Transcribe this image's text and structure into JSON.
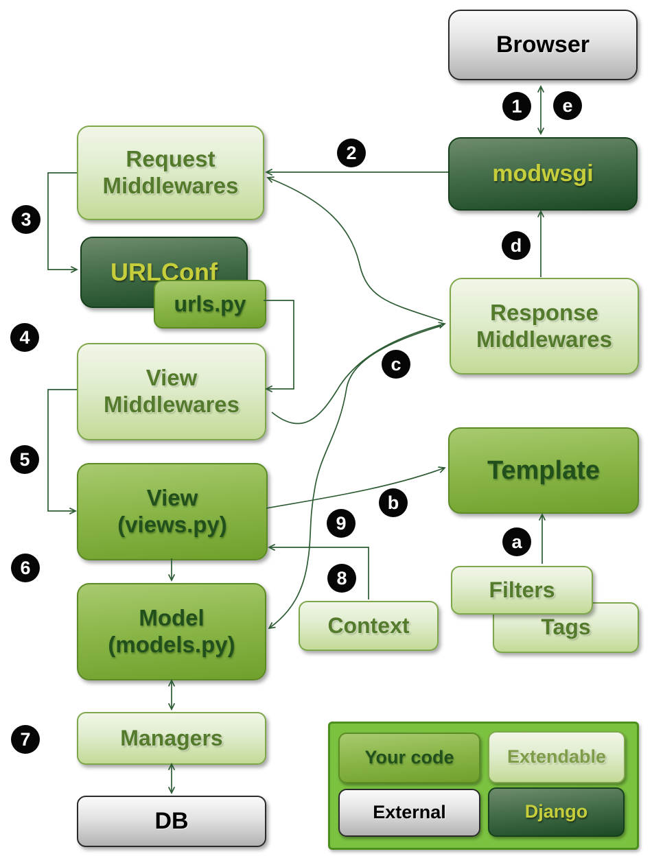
{
  "diagram": {
    "title": "Django request/response architecture",
    "nodes": {
      "browser": {
        "label": "Browser",
        "category": "External"
      },
      "modwsgi": {
        "label": "modwsgi",
        "category": "Django"
      },
      "request_middlewares": {
        "line1": "Request",
        "line2": "Middlewares",
        "category": "Extendable"
      },
      "urlconf": {
        "label": "URLConf",
        "category": "Django"
      },
      "urls_py": {
        "label": "urls.py",
        "category": "Your code"
      },
      "view_middlewares": {
        "line1": "View",
        "line2": "Middlewares",
        "category": "Extendable"
      },
      "view": {
        "line1": "View",
        "line2": "(views.py)",
        "category": "Your code"
      },
      "response_middlewares": {
        "line1": "Response",
        "line2": "Middlewares",
        "category": "Extendable"
      },
      "template": {
        "label": "Template",
        "category": "Your code"
      },
      "filters": {
        "label": "Filters",
        "category": "Extendable"
      },
      "tags": {
        "label": "Tags",
        "category": "Extendable"
      },
      "context": {
        "label": "Context",
        "category": "Extendable"
      },
      "model": {
        "line1": "Model",
        "line2": "(models.py)",
        "category": "Your code"
      },
      "managers": {
        "label": "Managers",
        "category": "Extendable"
      },
      "db": {
        "label": "DB",
        "category": "External"
      }
    },
    "badges": {
      "n1": "1",
      "n2": "2",
      "n3": "3",
      "n4": "4",
      "n5": "5",
      "n6": "6",
      "n7": "7",
      "n8": "8",
      "n9": "9",
      "la": "a",
      "lb": "b",
      "lc": "c",
      "ld": "d",
      "le": "e"
    },
    "edges": [
      {
        "from": "Browser",
        "to": "modwsgi",
        "style": "double-arrow",
        "labels": [
          "1",
          "e"
        ]
      },
      {
        "from": "modwsgi",
        "to": "Request Middlewares",
        "labels": [
          "2"
        ]
      },
      {
        "from": "Request Middlewares",
        "to": "URLConf",
        "labels": [
          "3"
        ]
      },
      {
        "from": "urls.py",
        "to": "View Middlewares",
        "labels": [
          "4"
        ]
      },
      {
        "from": "View Middlewares",
        "to": "View (views.py)",
        "labels": [
          "5"
        ]
      },
      {
        "from": "View (views.py)",
        "to": "Model (models.py)",
        "labels": [
          "6"
        ]
      },
      {
        "from": "Model (models.py)",
        "to": "Managers",
        "style": "double-arrow",
        "labels": [
          "7"
        ]
      },
      {
        "from": "Managers",
        "to": "DB",
        "style": "double-arrow",
        "labels": [
          "7"
        ]
      },
      {
        "from": "Context",
        "to": "View (views.py)",
        "labels": [
          "8"
        ]
      },
      {
        "from": "Response Middlewares edge",
        "to": "Model (models.py)",
        "curve": "s-curve",
        "labels": [
          "9"
        ]
      },
      {
        "from": "Filters",
        "to": "Template",
        "labels": [
          "a"
        ]
      },
      {
        "from": "View (views.py)",
        "to": "Template",
        "curve": "arc",
        "labels": [
          "b"
        ]
      },
      {
        "from": "View Middlewares",
        "to": "Response Middlewares",
        "curve": "arc",
        "labels": [
          "c"
        ]
      },
      {
        "from": "Response Middlewares edge",
        "to": "Request Middlewares",
        "curve": "arc",
        "labels": [
          "c"
        ]
      },
      {
        "from": "Response Middlewares",
        "to": "modwsgi",
        "labels": [
          "d"
        ]
      }
    ],
    "legend": {
      "items": [
        {
          "label": "Your code",
          "color": "#8cb74a"
        },
        {
          "label": "Extendable",
          "color": "#e9f2da"
        },
        {
          "label": "External",
          "color": "#d9d9d9"
        },
        {
          "label": "Django",
          "color": "#2f5a33"
        }
      ]
    },
    "colors": {
      "arrow": "#2d5b33",
      "badge_bg": "#060606",
      "badge_text": "#ffffff",
      "legend_bg": "#7bc240",
      "dark_box_text": "#c6cf3b",
      "light_box_text": "#547a2c",
      "medium_box_text": "#21501d"
    }
  }
}
